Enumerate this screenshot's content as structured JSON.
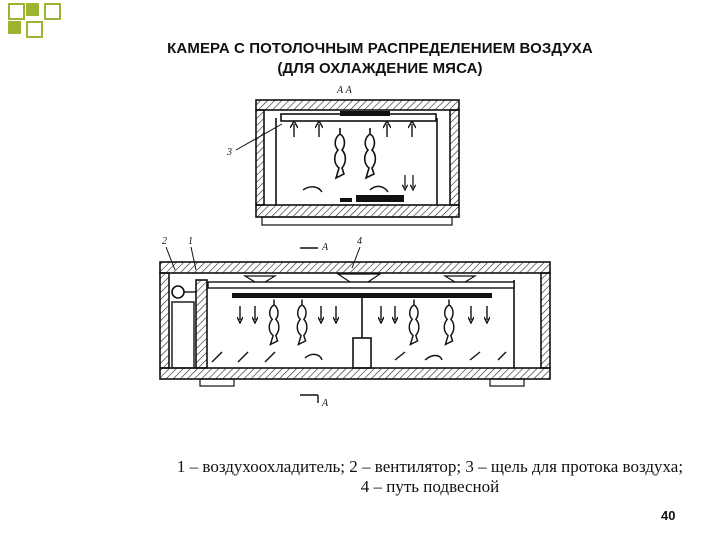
{
  "slide": {
    "title_line1": "КАМЕРА С ПОТОЛОЧНЫМ РАСПРЕДЕЛЕНИЕМ ВОЗДУХА",
    "title_line2": "(ДЛЯ ОХЛАЖДЕНИЕ МЯСА)",
    "caption_line1": "1 – воздухоохладитель; 2 – вентилятор; 3 – щель для протока воздуха;",
    "caption_line2": "4 – путь подвесной",
    "page_number": "40",
    "accent_color": "#9bb531"
  },
  "diagram": {
    "section_label_top": "А  А",
    "label_3_upper": "3",
    "label_2": "2",
    "label_1": "1",
    "label_4": "4",
    "section_mark_top": "А",
    "section_mark_bottom": "А"
  }
}
